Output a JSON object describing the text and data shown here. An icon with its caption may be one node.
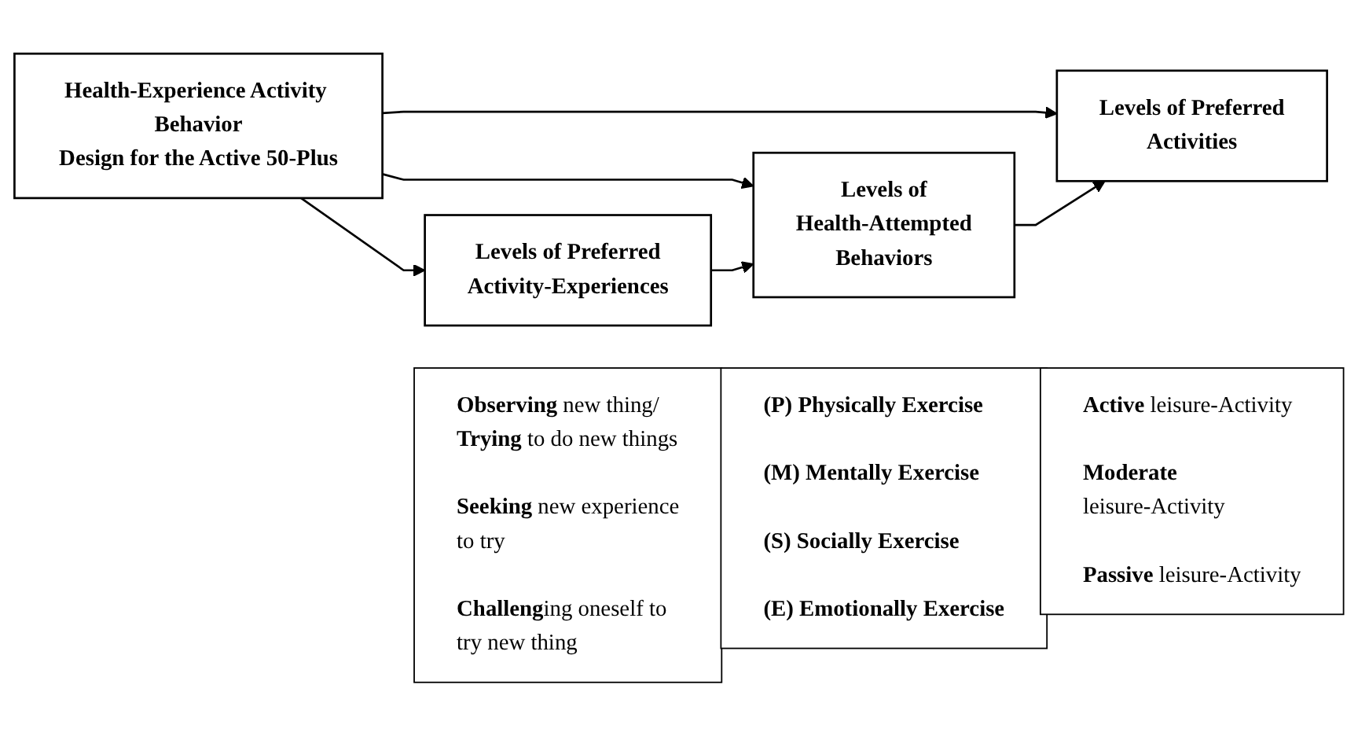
{
  "diagram": {
    "nodes": [
      {
        "text": [
          "Health-Experience Activity Behavior Design for the Active 50-Plus"
        ]
      },
      {
        "text": [
          "Levels of Preferred Activity-Experiences"
        ]
      },
      {
        "text": [
          "Levels of Health-Attempted Behaviors"
        ]
      },
      {
        "text": [
          "Levels of Preferred Activities"
        ]
      },
      {
        "text": [
          "**Observing** new thing/ **Trying** to do new things",
          "**Seeking** new experience to try",
          "**Challeng**ing oneself to try new thing"
        ]
      },
      {
        "text": [
          "(P) Physically Exercise",
          "(M) Mentally Exercise",
          "(S) Socially Exercise",
          "(E) Emotionally Exercise"
        ]
      },
      {
        "text": [
          "**Active** leisure-Activity",
          "**Moderate** leisure-Activity",
          "**Passive** leisure-Activity"
        ]
      }
    ],
    "edges": [
      {
        "from": 0,
        "to": 1,
        "arrow": "to"
      },
      {
        "from": 0,
        "to": 2,
        "arrow": "to"
      },
      {
        "from": 0,
        "to": 3,
        "arrow": "to"
      },
      {
        "from": 1,
        "to": 2,
        "arrow": "to"
      },
      {
        "from": 2,
        "to": 3,
        "arrow": "to"
      }
    ]
  }
}
